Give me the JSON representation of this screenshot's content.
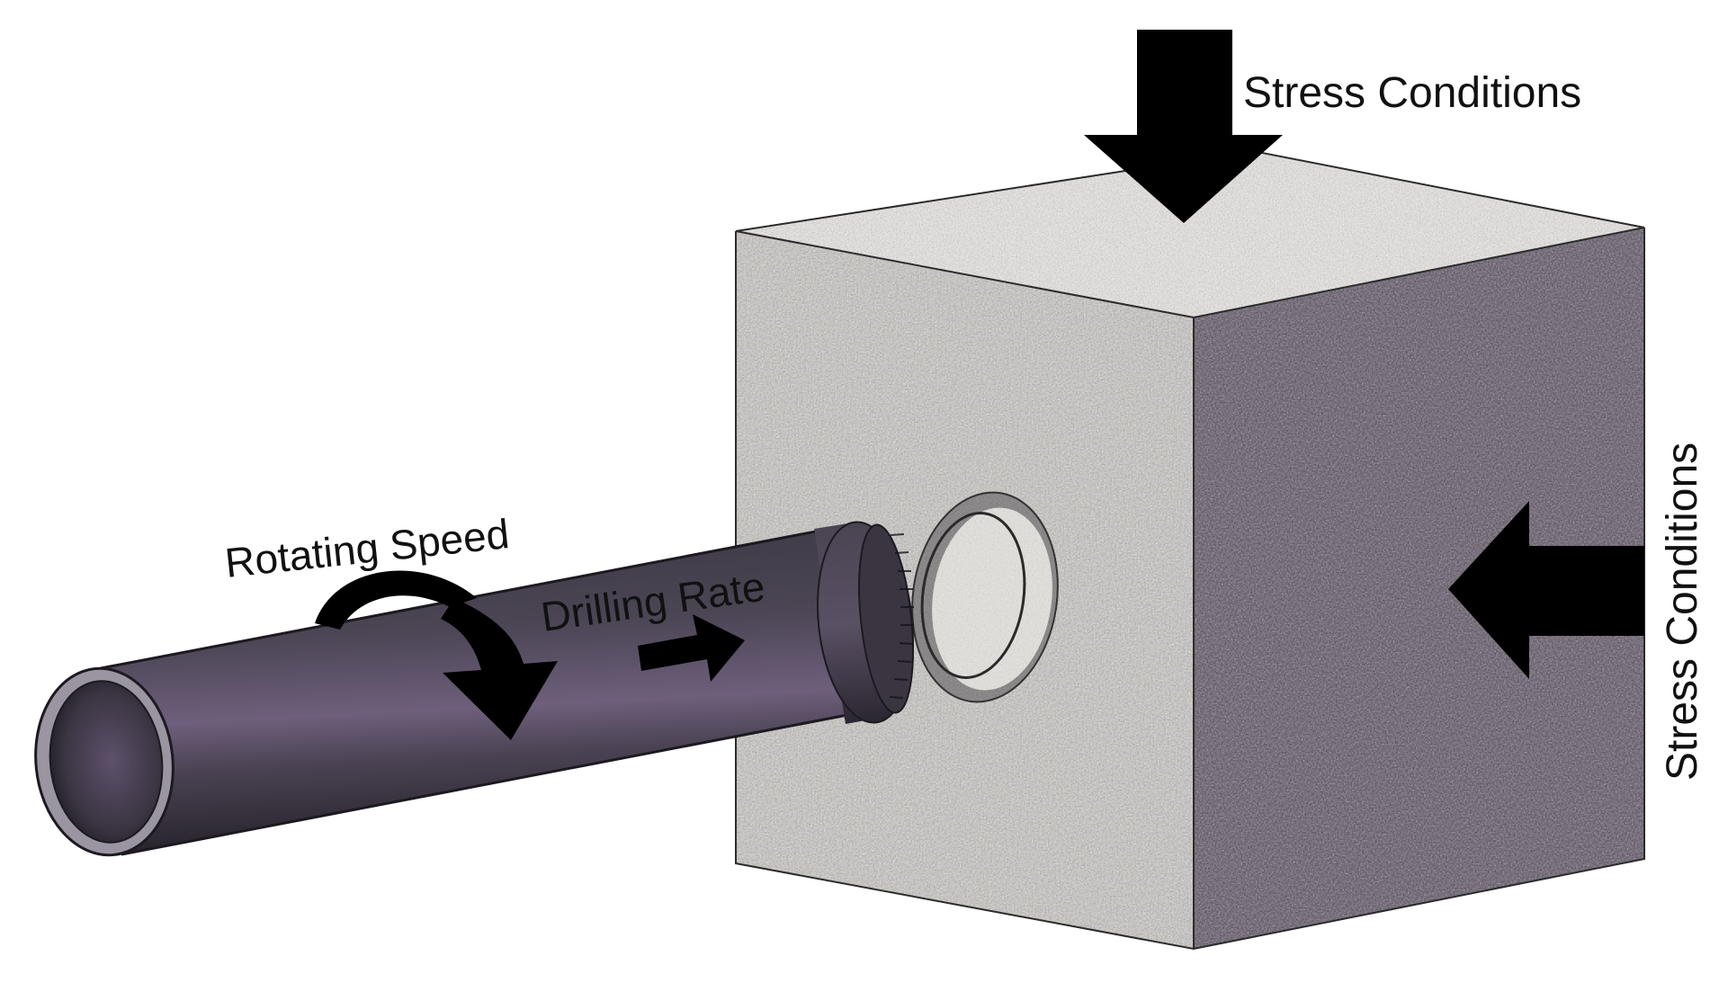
{
  "labels": {
    "stress_top": "Stress Conditions",
    "stress_right": "Stress Conditions",
    "rotating_speed": "Rotating Speed",
    "drilling_rate": "Drilling Rate"
  },
  "colors": {
    "rock_front": "#bdbab5",
    "rock_top": "#dcdad6",
    "rock_side": "#5a525c",
    "pipe_dark": "#2a2730",
    "pipe_mid": "#4a4452",
    "pipe_highlight": "#7a6c86",
    "arrow": "#000000",
    "background": "#ffffff"
  }
}
